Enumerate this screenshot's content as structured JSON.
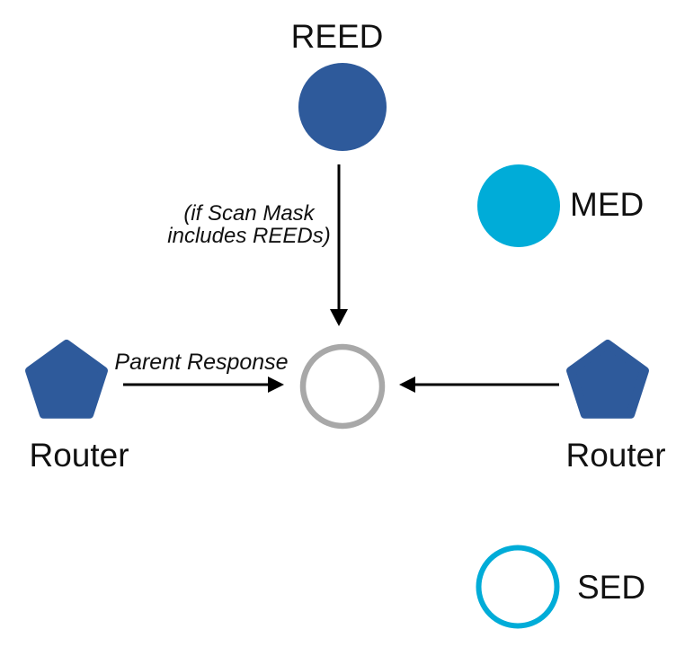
{
  "nodes": {
    "reed": {
      "label": "REED"
    },
    "med": {
      "label": "MED"
    },
    "sed": {
      "label": "SED"
    },
    "router_left": {
      "label": "Router"
    },
    "router_right": {
      "label": "Router"
    }
  },
  "annotations": {
    "scan_mask_note": "(if Scan Mask\nincludes REEDs)",
    "parent_response": "Parent Response"
  },
  "colors": {
    "node_blue": "#2E5A9B",
    "node_cyan": "#00ACD8",
    "neutral_gray": "#A8A8A8",
    "arrow_black": "#000000",
    "text": "#111111"
  }
}
